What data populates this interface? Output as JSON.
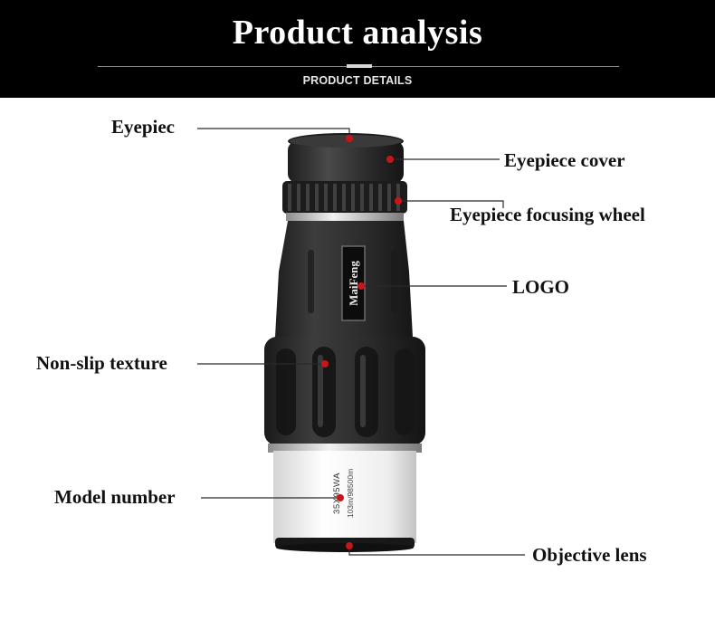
{
  "header": {
    "title": "Product analysis",
    "subtitle": "PRODUCT DETAILS"
  },
  "product": {
    "logo_text": "MaiFeng",
    "model_line1": "35X95WA",
    "model_line2": "103m/98500m"
  },
  "callouts": {
    "eyepiece": "Eyepiec",
    "eyepiece_cover": "Eyepiece cover",
    "focusing_wheel": "Eyepiece focusing wheel",
    "logo": "LOGO",
    "non_slip": "Non-slip texture",
    "model_number": "Model number",
    "objective_lens": "Objective lens"
  },
  "colors": {
    "header_bg": "#000000",
    "marker": "#c8151b",
    "body": "#2c2c2c",
    "barrel": "#f4f4f4"
  }
}
